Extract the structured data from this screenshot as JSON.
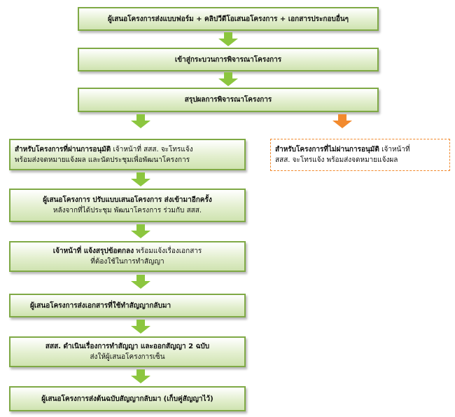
{
  "steps": {
    "s1": {
      "bold": "ผู้เสนอโครงการส่งแบบฟอร์ม + คลิปวีดีโอเสนอโครงการ + เอกสารประกอบอื่นๆ"
    },
    "s2": {
      "bold": "เข้าสู่กระบวนการพิจารณาโครงการ"
    },
    "s3": {
      "bold": "สรุปผลการพิจารณาโครงการ"
    },
    "approved": {
      "bold": "สำหรับโครงการที่ผ่านการอนุมัติ",
      "text1": " เจ้าหน้าที่ สสส. จะโทรแจ้ง",
      "text2": "พร้อมส่งจดหมายแจ้งผล  และนัดประชุมเพื่อพัฒนาโครงการ"
    },
    "rejected": {
      "bold": "สำหรับโครงการที่ไม่ผ่านการอนุมัติ",
      "text1": " เจ้าหน้าที่",
      "text2": "สสส. จะโทรแจ้ง พร้อมส่งจดหมายแจ้งผล"
    },
    "s5": {
      "bold": "ผู้เสนอโครงการ ปรับแบบเสนอโครงการ ส่งเข้ามาอีกครั้ง",
      "text2": "หลังจากที่ได้ประชุม พัฒนาโครงการ ร่วมกับ สสส."
    },
    "s6": {
      "bold": "เจ้าหน้าที่ แจ้งสรุปข้อตกลง",
      "text1": " พร้อมแจ้งเรื่องเอกสาร",
      "text2": "ที่ต้องใช้ในการทำสัญญา"
    },
    "s7": {
      "bold": "ผู้เสนอโครงการส่งเอกสารที่ใช้ทำสัญญากลับมา"
    },
    "s8": {
      "bold": "สสส. ดำเนินเรื่องการทำสัญญา และออกสัญญา 2 ฉบับ",
      "text2": "ส่งให้ผู้เสนอโครงการเซ็น"
    },
    "s9": {
      "bold": "ผู้เสนอโครงการส่งต้นฉบับสัญญากลับมา  (เก็บคู่สัญญาไว้)"
    }
  },
  "colors": {
    "green_border": "#7fa945",
    "green_arrow": "#8cc63f",
    "orange_arrow": "#f28a2e",
    "orange_border": "#f2882a"
  }
}
